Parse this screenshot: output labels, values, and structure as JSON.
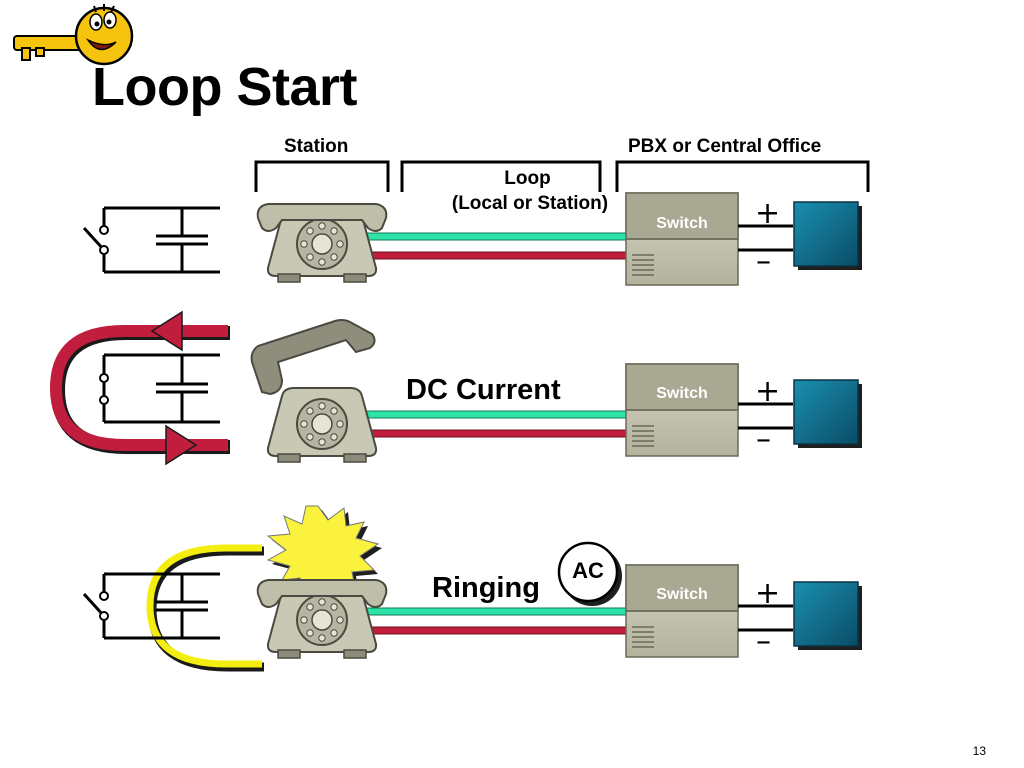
{
  "slide": {
    "title": "Loop Start",
    "page_number": "13"
  },
  "headers": {
    "station": "Station",
    "pbx": "PBX or Central Office",
    "loop_line1": "Loop",
    "loop_line2": "(Local or Station)"
  },
  "rows": [
    {
      "state": "on-hook",
      "label": ""
    },
    {
      "state": "off-hook",
      "label": "DC Current"
    },
    {
      "state": "ringing",
      "label": "Ringing",
      "badge": "AC"
    }
  ],
  "switch_label": "Switch",
  "battery": {
    "plus": "+",
    "minus": "–"
  },
  "colors": {
    "tip_wire": "#2de3a8",
    "ring_wire": "#c21d3b",
    "current_arrow": "#c01e3c",
    "ring_signal": "#f4ee10",
    "phone_body": "#c9c8b4",
    "switch_body": "#c5c4b0",
    "battery_box": "#106f8e",
    "flash": "#faf23c"
  },
  "icons": {
    "mascot": "key-mascot-icon",
    "phone": "telephone-icon",
    "switch": "switch-box-icon",
    "battery": "battery-box-icon",
    "flash": "ring-flash-icon"
  }
}
